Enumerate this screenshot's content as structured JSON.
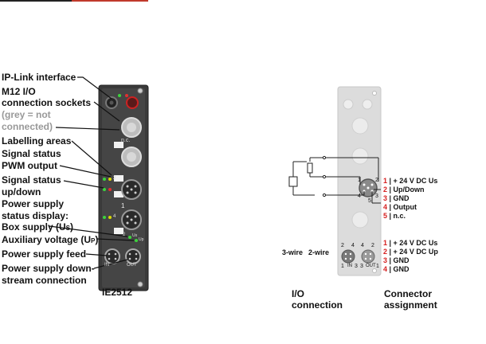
{
  "labels": {
    "ip_link": "IP-Link interface",
    "m12_line1": "M12 I/O",
    "m12_line2": "connection sockets",
    "grey_line1": "(grey = not",
    "grey_line2": "connected)",
    "labelling": "Labelling areas",
    "signal_pwm_1": "Signal status",
    "signal_pwm_2": "PWM output",
    "signal_updown_1": "Signal status",
    "signal_updown_2": "up/down",
    "psd_1": "Power supply",
    "psd_2": "status display:",
    "box_supply": "Box supply (U",
    "box_supply_sub": "S",
    "box_supply_end": ")",
    "aux_voltage": "Auxiliary voltage (U",
    "aux_voltage_sub": "P",
    "aux_voltage_end": ")",
    "feed": "Power supply feed",
    "down_1": "Power supply down-",
    "down_2": "stream connection"
  },
  "device": {
    "model": "IE2512",
    "nc_label": "n.c.",
    "channel_1": "1",
    "in_label": "IN",
    "out_label": "OUT",
    "led_us": "Us",
    "led_up": "Up",
    "led_2": "2",
    "led_4": "4",
    "pin_1": "1",
    "pin_3": "3",
    "pin_4": "4",
    "pin_2": "2"
  },
  "right": {
    "wire3": "3-wire",
    "wire2": "2-wire",
    "io_caption_1": "I/O",
    "io_caption_2": "connection",
    "conn_caption_1": "Connector",
    "conn_caption_2": "assignment",
    "socket_pins": [
      "1",
      "2",
      "3",
      "4",
      "5"
    ],
    "in_label": "IN",
    "out_label": "OUT",
    "pins_top": [
      {
        "num": "1",
        "text": "+ 24 V DC Us"
      },
      {
        "num": "2",
        "text": "Up/Down"
      },
      {
        "num": "3",
        "text": "GND"
      },
      {
        "num": "4",
        "text": "Output"
      },
      {
        "num": "5",
        "text": "n.c."
      }
    ],
    "pins_bottom": [
      {
        "num": "1",
        "text": "+ 24 V DC Us"
      },
      {
        "num": "2",
        "text": "+ 24 V DC Up"
      },
      {
        "num": "3",
        "text": "GND"
      },
      {
        "num": "4",
        "text": "GND"
      }
    ]
  },
  "colors": {
    "red": "#d62020",
    "device_body": "#3a3a3a",
    "light_body": "#dcdcdc"
  }
}
